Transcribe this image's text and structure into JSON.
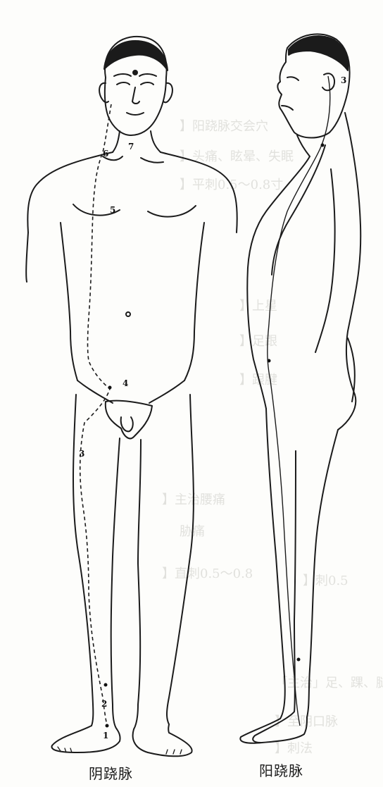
{
  "captions": {
    "left": "阴跷脉",
    "right": "阳跷脉"
  },
  "point_labels": {
    "p1": "1",
    "p2": "2",
    "p3": "3",
    "p4": "4",
    "p5": "5",
    "p6": "6",
    "p7": "7",
    "side_p3": "3"
  },
  "bleed_through": {
    "l1": "】阳跷脉交会穴",
    "l2": "】头痛、眩晕、失眠",
    "l3": "】平刺0.5～0.8寸",
    "l4": "】上星",
    "l5": "】足跟",
    "l6": "】跟腱",
    "l7": "】刺0.5",
    "l8": "胁痛",
    "l9": "】主治腰痛",
    "l10": "】直刺0.5～0.8",
    "l11": "「主治」足、踝、腿疼、膝上",
    "l12": "】至阴口脉",
    "l13": "】刺法"
  }
}
